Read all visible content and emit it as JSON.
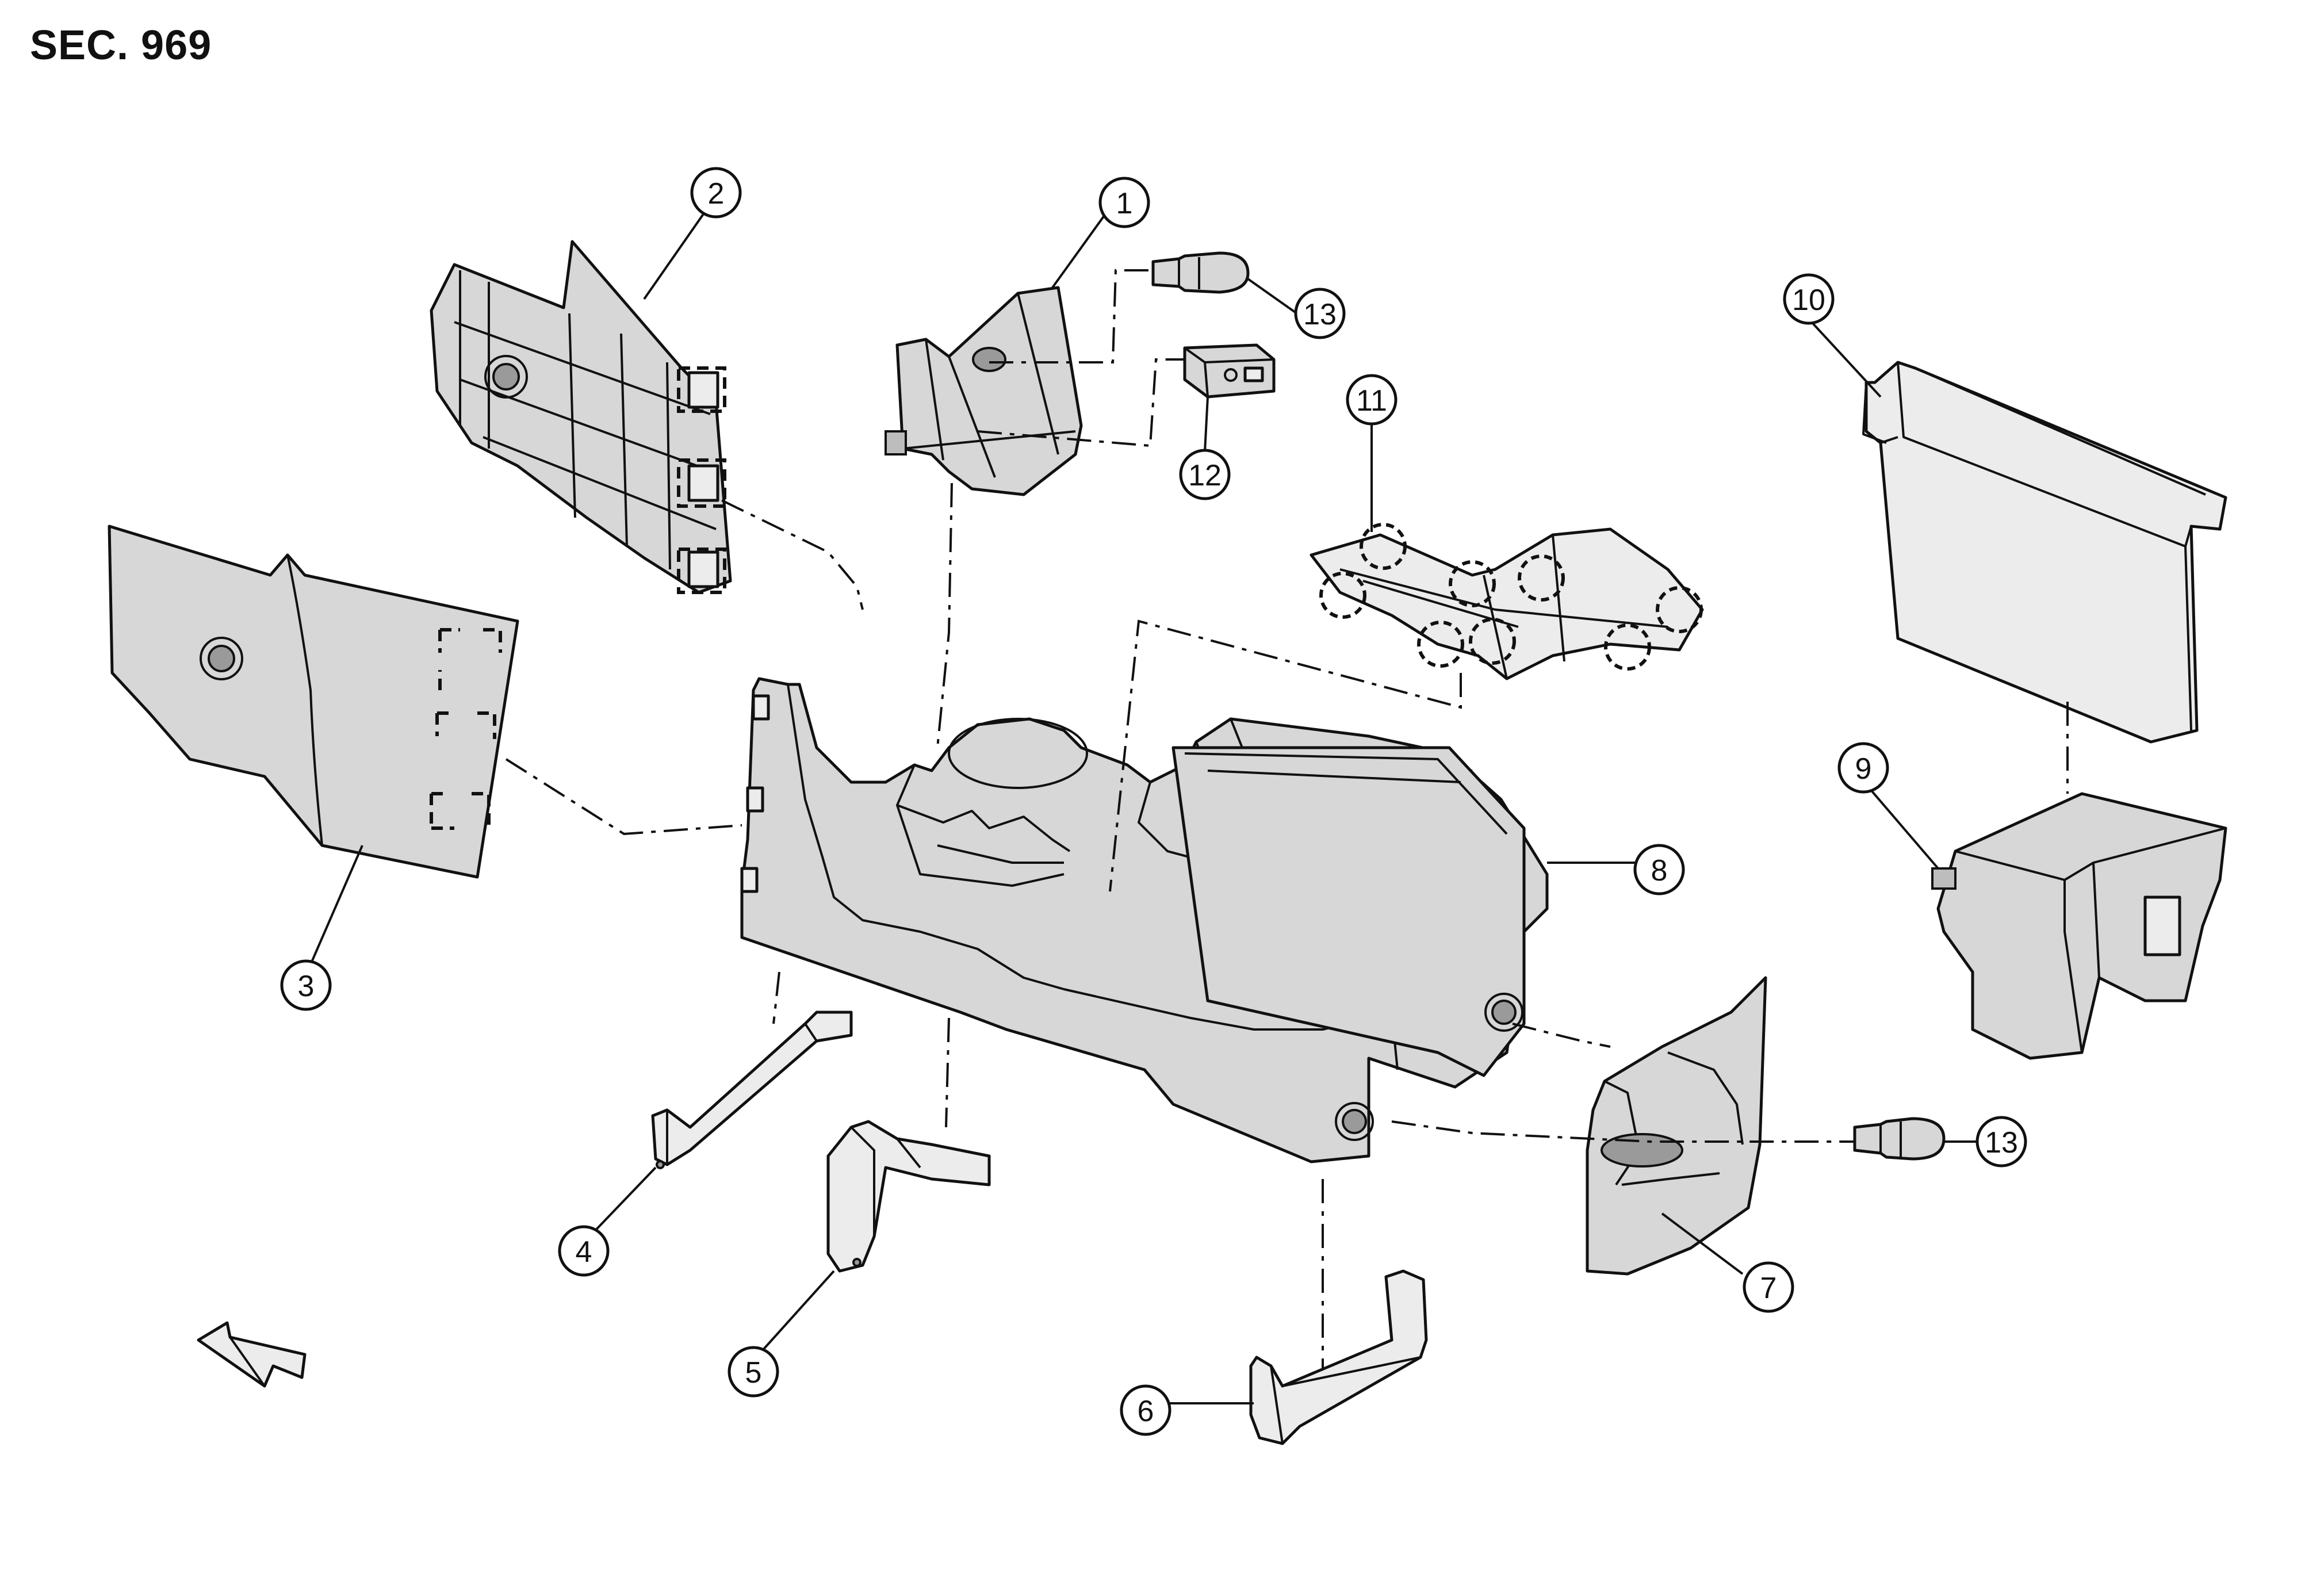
{
  "section": {
    "title": "SEC. 969"
  },
  "callouts": [
    {
      "id": "c1",
      "number": "1"
    },
    {
      "id": "c2",
      "number": "2"
    },
    {
      "id": "c3",
      "number": "3"
    },
    {
      "id": "c4",
      "number": "4"
    },
    {
      "id": "c5",
      "number": "5"
    },
    {
      "id": "c6",
      "number": "6"
    },
    {
      "id": "c7",
      "number": "7"
    },
    {
      "id": "c8",
      "number": "8"
    },
    {
      "id": "c9",
      "number": "9"
    },
    {
      "id": "c10",
      "number": "10"
    },
    {
      "id": "c11",
      "number": "11"
    },
    {
      "id": "c12",
      "number": "12"
    },
    {
      "id": "c13a",
      "number": "13"
    },
    {
      "id": "c13b",
      "number": "13"
    }
  ],
  "colors": {
    "line": "#111111",
    "part_fill": "#d7d7d7",
    "background": "#ffffff"
  }
}
